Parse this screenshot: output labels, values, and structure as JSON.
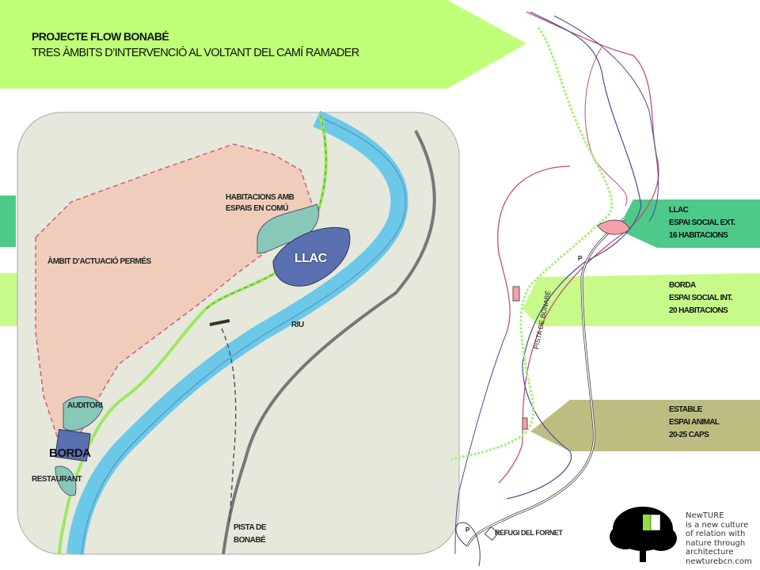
{
  "header": {
    "title": "PROJECTE FLOW BONABÉ",
    "subtitle": "TRES ÀMBITS D’INTERVENCIÓ AL VOLTANT DEL CAMÍ RAMADER"
  },
  "colors": {
    "lime": "#c0ff78",
    "teal": "#4dc98a",
    "lightlime": "#c8fa8a",
    "olive": "#bdbd82",
    "river": "#6cc8e8",
    "pink": "#f0cdbb",
    "panel": "#e6e8dc"
  },
  "detail_map": {
    "labels": {
      "habitacions_1": "HABITACIONS AMB",
      "habitacions_2": "ESPAIS EN COMÚ",
      "llac": "LLAC",
      "ambit": "ÀMBIT D’ACTUACIÓ PERMÉS",
      "riu": "RIU",
      "auditori": "AUDITORI",
      "borda": "BORDA",
      "restaurant": "RESTAURANT",
      "pista_1": "PISTA DE",
      "pista_2": "BONABÉ"
    }
  },
  "overview_map": {
    "pista": "PISTA DE BONABÉ",
    "parking": "P",
    "parking2": "P",
    "refugi": "REFUGI DEL FORNET"
  },
  "callouts": [
    {
      "lines": [
        "LLAC",
        "ESPAI SOCIAL EXT.",
        "16 HABITACIONS"
      ]
    },
    {
      "lines": [
        "BORDA",
        "ESPAI SOCIAL INT.",
        "20 HABITACIONS"
      ]
    },
    {
      "lines": [
        "ESTABLE",
        "ESPAI ANIMAL",
        "20-25 CAPS"
      ]
    }
  ],
  "logo": {
    "name": "NewTURE",
    "lines": [
      "is a new culture",
      "of relation with",
      "nature through",
      "architecture",
      "newturebcn.com"
    ]
  }
}
